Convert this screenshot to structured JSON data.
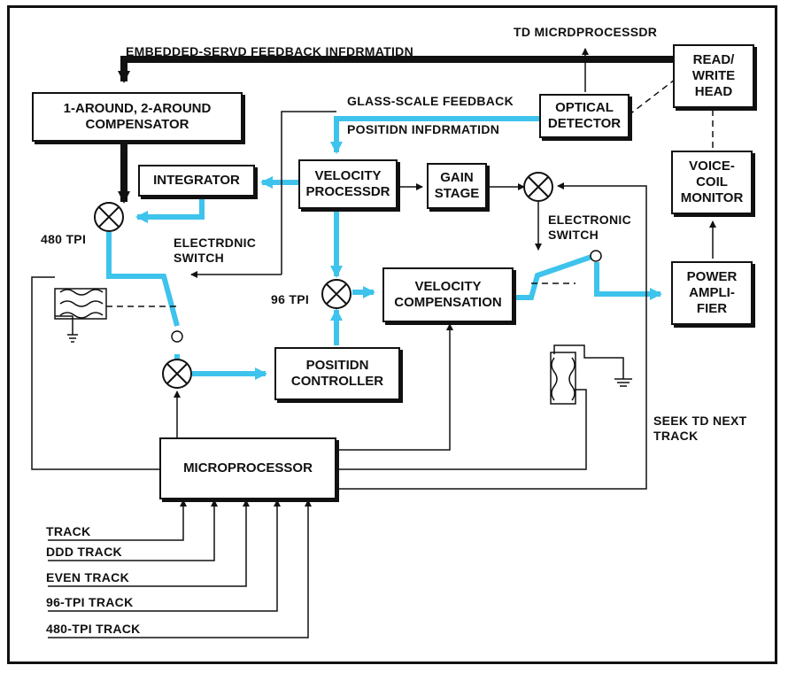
{
  "colors": {
    "signal_path": "#3ec3ec",
    "line": "#111111",
    "background": "#ffffff"
  },
  "blocks": {
    "read_write_head": "READ/\nWRITE\nHEAD",
    "compensator": "1-AROUND, 2-AROUND\nCOMPENSATOR",
    "optical_detector": "OPTICAL\nDETECTOR",
    "integrator": "INTEGRATOR",
    "velocity_processor": "VELOCITY\nPROCESSDR",
    "gain_stage": "GAIN\nSTAGE",
    "voice_coil_monitor": "VOICE-\nCOIL\nMONITOR",
    "velocity_compensation": "VELOCITY\nCOMPENSATION",
    "power_amplifier": "POWER\nAMPLI-\nFIER",
    "position_controller": "POSITIDN\nCONTROLLER",
    "microprocessor": "MICROPROCESSOR"
  },
  "labels": {
    "embedded_servo": "EMBEDDED-SERVD FEEDBACK INFDRMATIDN",
    "to_microprocessor": "TD MICRDPROCESSDR",
    "glass_scale": "GLASS-SCALE FEEDBACK",
    "position_info": "POSITIDN INFDRMATIDN",
    "tpi_480": "480 TPI",
    "electronic_switch_left": "ELECTRDNIC\nSWITCH",
    "electronic_switch_right": "ELECTRONIC\nSWITCH",
    "tpi_96": "96 TPI",
    "seek_next": "SEEK TD NEXT\nTRACK"
  },
  "inputs": [
    "TRACK",
    "DDD TRACK",
    "EVEN TRACK",
    "96-TPI TRACK",
    "480-TPI TRACK"
  ]
}
